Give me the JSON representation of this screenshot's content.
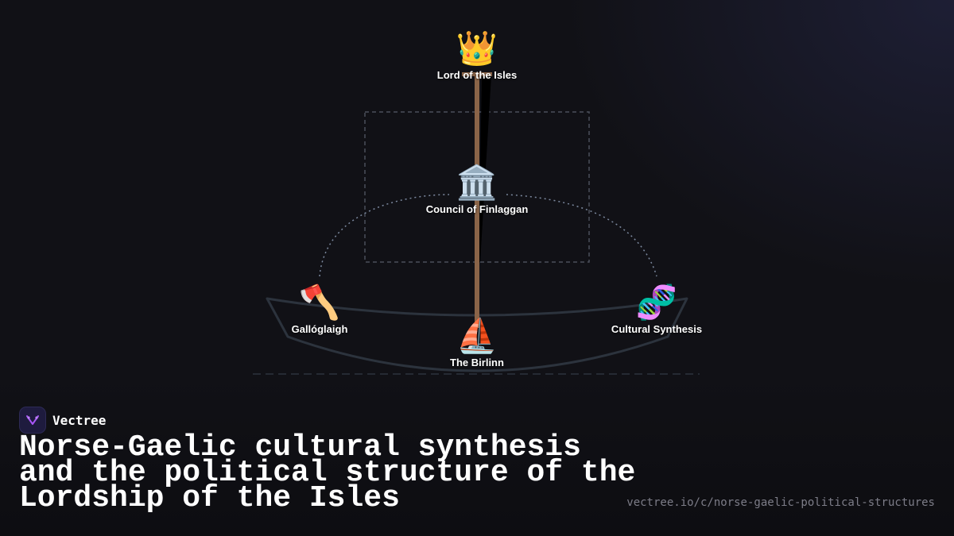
{
  "diagram": {
    "nodes": [
      {
        "id": "lord",
        "emoji": "👑",
        "icon": "crown-icon",
        "label": "Lord of the Isles"
      },
      {
        "id": "council",
        "emoji": "🏛️",
        "icon": "classical-building-icon",
        "label": "Council of Finlaggan"
      },
      {
        "id": "gallo",
        "emoji": "🪓",
        "icon": "axe-icon",
        "label": "Gallóglaigh"
      },
      {
        "id": "birlinn",
        "emoji": "⛵",
        "icon": "sailboat-icon",
        "label": "The Birlinn"
      },
      {
        "id": "synthesis",
        "emoji": "🧬",
        "icon": "dna-icon",
        "label": "Cultural Synthesis"
      }
    ],
    "colors": {
      "mast": "#8a6448",
      "hull": "#2c333d",
      "arc": "#7d8aa0",
      "box": "#4a4f5a"
    }
  },
  "brand": {
    "name": "Vectree",
    "accent": "#a855f7"
  },
  "headline": "Norse-Gaelic cultural synthesis and the political structure of the Lordship of the Isles",
  "url": "vectree.io/c/norse-gaelic-political-structures"
}
